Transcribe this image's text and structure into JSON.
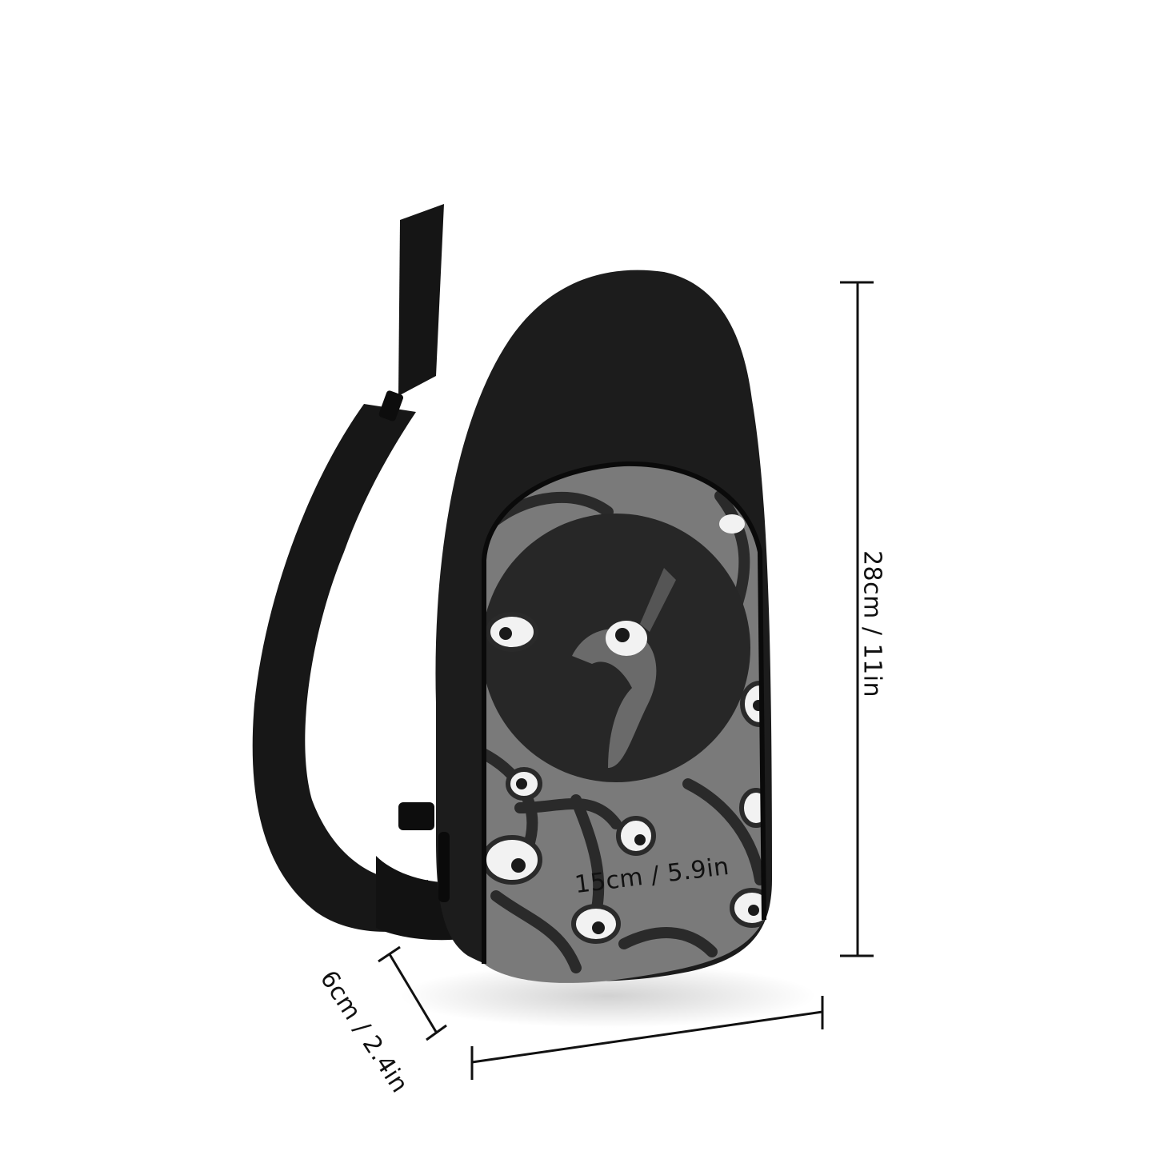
{
  "product": {
    "type": "chest sling bag",
    "body_color": "#1c1c1c",
    "panel_color": "#7a7a7a",
    "pattern_line_color": "#2a2a2a",
    "eye_color": "#f2f2f2",
    "center_motif": "bird with single eye inside dark circle"
  },
  "dimensions": {
    "height": {
      "label": "28cm / 11in"
    },
    "width": {
      "label": "15cm / 5.9in"
    },
    "depth": {
      "label": "6cm / 2.4in"
    }
  },
  "colors": {
    "background": "#ffffff",
    "dimension_line": "#111111"
  }
}
